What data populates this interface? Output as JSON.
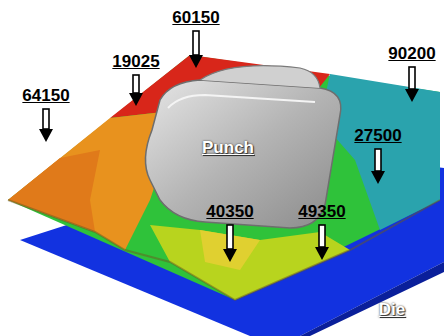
{
  "diagram": {
    "labels": [
      "60150",
      "19025",
      "64150",
      "40350",
      "49350",
      "90200",
      "27500",
      "Punch",
      "Die"
    ]
  }
}
